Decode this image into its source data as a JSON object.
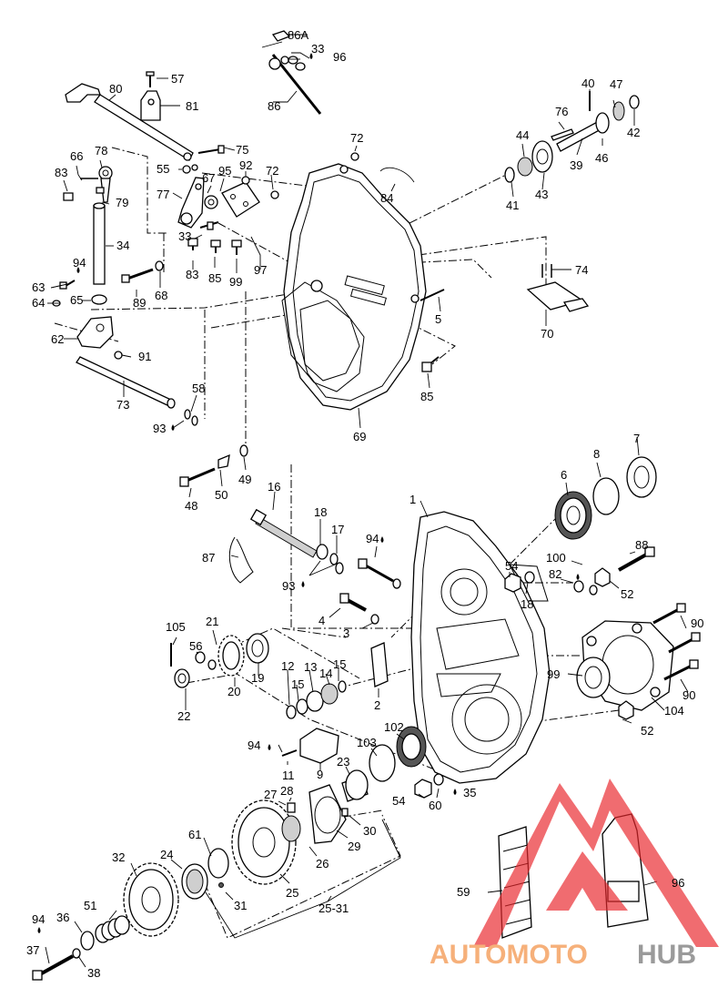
{
  "diagram": {
    "labels": [
      {
        "id": "l86A",
        "text": "86A"
      },
      {
        "id": "l33",
        "text": "33"
      },
      {
        "id": "l96a",
        "text": "96"
      },
      {
        "id": "l57",
        "text": "57"
      },
      {
        "id": "l80",
        "text": "80"
      },
      {
        "id": "l81",
        "text": "81"
      },
      {
        "id": "l86",
        "text": "86"
      },
      {
        "id": "l40",
        "text": "40"
      },
      {
        "id": "l47",
        "text": "47"
      },
      {
        "id": "l76",
        "text": "76"
      },
      {
        "id": "l42",
        "text": "42"
      },
      {
        "id": "l44",
        "text": "44"
      },
      {
        "id": "l39",
        "text": "39"
      },
      {
        "id": "l46",
        "text": "46"
      },
      {
        "id": "l72a",
        "text": "72"
      },
      {
        "id": "l66",
        "text": "66"
      },
      {
        "id": "l78",
        "text": "78"
      },
      {
        "id": "l75",
        "text": "75"
      },
      {
        "id": "l92",
        "text": "92"
      },
      {
        "id": "l72b",
        "text": "72"
      },
      {
        "id": "l55",
        "text": "55"
      },
      {
        "id": "l67",
        "text": "67"
      },
      {
        "id": "l95",
        "text": "95"
      },
      {
        "id": "l83a",
        "text": "83"
      },
      {
        "id": "l77",
        "text": "77"
      },
      {
        "id": "l79",
        "text": "79"
      },
      {
        "id": "l84",
        "text": "84"
      },
      {
        "id": "l43",
        "text": "43"
      },
      {
        "id": "l41",
        "text": "41"
      },
      {
        "id": "l34",
        "text": "34"
      },
      {
        "id": "l33b",
        "text": "33"
      },
      {
        "id": "l94a",
        "text": "94"
      },
      {
        "id": "l83b",
        "text": "83"
      },
      {
        "id": "l85a",
        "text": "85"
      },
      {
        "id": "l99a",
        "text": "99"
      },
      {
        "id": "l97",
        "text": "97"
      },
      {
        "id": "l74",
        "text": "74"
      },
      {
        "id": "l63",
        "text": "63"
      },
      {
        "id": "l64",
        "text": "64"
      },
      {
        "id": "l65",
        "text": "65"
      },
      {
        "id": "l89",
        "text": "89"
      },
      {
        "id": "l68",
        "text": "68"
      },
      {
        "id": "l5",
        "text": "5"
      },
      {
        "id": "l70",
        "text": "70"
      },
      {
        "id": "l62",
        "text": "62"
      },
      {
        "id": "l91",
        "text": "91"
      },
      {
        "id": "l73",
        "text": "73"
      },
      {
        "id": "l58",
        "text": "58"
      },
      {
        "id": "l85b",
        "text": "85"
      },
      {
        "id": "l93a",
        "text": "93"
      },
      {
        "id": "l69",
        "text": "69"
      },
      {
        "id": "l7",
        "text": "7"
      },
      {
        "id": "l8",
        "text": "8"
      },
      {
        "id": "l49",
        "text": "49"
      },
      {
        "id": "l6",
        "text": "6"
      },
      {
        "id": "l48",
        "text": "48"
      },
      {
        "id": "l50",
        "text": "50"
      },
      {
        "id": "l1",
        "text": "1"
      },
      {
        "id": "l16",
        "text": "16"
      },
      {
        "id": "l18a",
        "text": "18"
      },
      {
        "id": "l17",
        "text": "17"
      },
      {
        "id": "l94b",
        "text": "94"
      },
      {
        "id": "l88",
        "text": "88"
      },
      {
        "id": "l87",
        "text": "87"
      },
      {
        "id": "l54a",
        "text": "54"
      },
      {
        "id": "l100",
        "text": "100"
      },
      {
        "id": "l82",
        "text": "82"
      },
      {
        "id": "l18b",
        "text": "18"
      },
      {
        "id": "l93b",
        "text": "93"
      },
      {
        "id": "l52a",
        "text": "52"
      },
      {
        "id": "l4",
        "text": "4"
      },
      {
        "id": "l90a",
        "text": "90"
      },
      {
        "id": "l3",
        "text": "3"
      },
      {
        "id": "l105",
        "text": "105"
      },
      {
        "id": "l21",
        "text": "21"
      },
      {
        "id": "l56",
        "text": "56"
      },
      {
        "id": "l12",
        "text": "12"
      },
      {
        "id": "l13",
        "text": "13"
      },
      {
        "id": "l14",
        "text": "14"
      },
      {
        "id": "l15a",
        "text": "15"
      },
      {
        "id": "l15b",
        "text": "15"
      },
      {
        "id": "l19",
        "text": "19"
      },
      {
        "id": "l20",
        "text": "20"
      },
      {
        "id": "l22",
        "text": "22"
      },
      {
        "id": "l99b",
        "text": "99"
      },
      {
        "id": "l90b",
        "text": "90"
      },
      {
        "id": "l104",
        "text": "104"
      },
      {
        "id": "l2",
        "text": "2"
      },
      {
        "id": "l52b",
        "text": "52"
      },
      {
        "id": "l94c",
        "text": "94"
      },
      {
        "id": "l11",
        "text": "11"
      },
      {
        "id": "l103",
        "text": "103"
      },
      {
        "id": "l102",
        "text": "102"
      },
      {
        "id": "l9",
        "text": "9"
      },
      {
        "id": "l23",
        "text": "23"
      },
      {
        "id": "l54b",
        "text": "54"
      },
      {
        "id": "l60",
        "text": "60"
      },
      {
        "id": "l35",
        "text": "35"
      },
      {
        "id": "l27",
        "text": "27"
      },
      {
        "id": "l28",
        "text": "28"
      },
      {
        "id": "l30",
        "text": "30"
      },
      {
        "id": "l29",
        "text": "29"
      },
      {
        "id": "l61",
        "text": "61"
      },
      {
        "id": "l26",
        "text": "26"
      },
      {
        "id": "l32",
        "text": "32"
      },
      {
        "id": "l24",
        "text": "24"
      },
      {
        "id": "l25",
        "text": "25"
      },
      {
        "id": "l31",
        "text": "31"
      },
      {
        "id": "l2531",
        "text": "25-31"
      },
      {
        "id": "l59",
        "text": "59"
      },
      {
        "id": "l96b",
        "text": "96"
      },
      {
        "id": "l94d",
        "text": "94"
      },
      {
        "id": "l36",
        "text": "36"
      },
      {
        "id": "l51",
        "text": "51"
      },
      {
        "id": "l37",
        "text": "37"
      },
      {
        "id": "l38",
        "text": "38"
      }
    ]
  },
  "watermark": {
    "word_a": "AUTOMOTO",
    "word_b": "HUB",
    "color_a": "#f6b07a",
    "color_b": "#9a9a9a",
    "logo_color": "#e8282d"
  }
}
